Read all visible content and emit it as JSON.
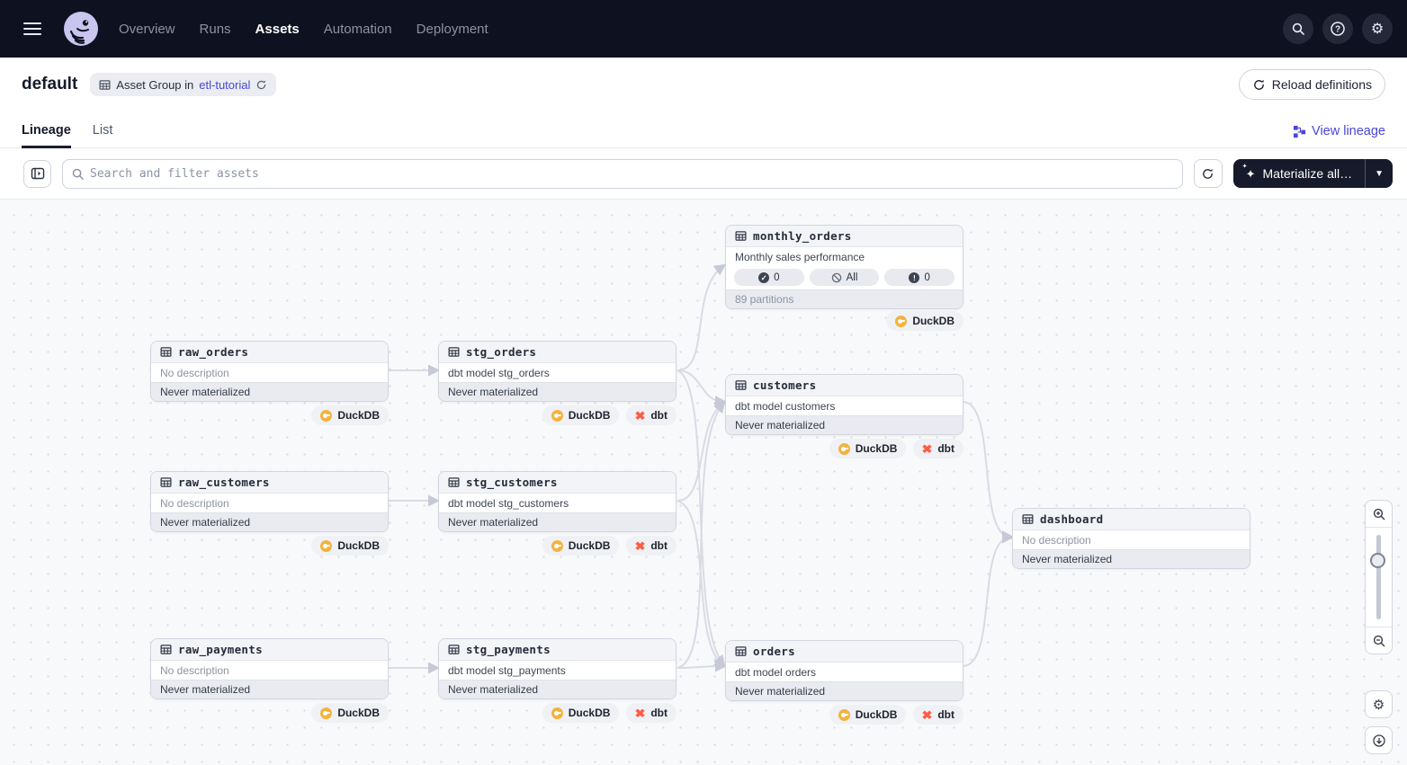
{
  "nav": {
    "items": [
      {
        "label": "Overview",
        "active": false
      },
      {
        "label": "Runs",
        "active": false
      },
      {
        "label": "Assets",
        "active": true
      },
      {
        "label": "Automation",
        "active": false
      },
      {
        "label": "Deployment",
        "active": false
      }
    ]
  },
  "header": {
    "title": "default",
    "badge_prefix": "Asset Group in",
    "badge_link": "etl-tutorial",
    "reload_label": "Reload definitions"
  },
  "tabs": {
    "lineage": "Lineage",
    "list": "List",
    "view_lineage": "View lineage"
  },
  "toolbar": {
    "search_placeholder": "Search and filter assets",
    "materialize_label": "Materialize all…"
  },
  "graph": {
    "nodes": [
      {
        "name": "monthly_orders",
        "description": "Monthly sales performance",
        "footer": "89 partitions",
        "pills": [
          {
            "icon": "check-circle",
            "label": "0"
          },
          {
            "icon": "slash-circle",
            "label": "All"
          },
          {
            "icon": "alert-circle",
            "label": "0"
          }
        ],
        "badges": [
          {
            "label": "DuckDB"
          }
        ]
      },
      {
        "name": "raw_orders",
        "description": "No description",
        "footer": "Never materialized",
        "badges": [
          {
            "label": "DuckDB"
          }
        ]
      },
      {
        "name": "stg_orders",
        "description": "dbt model stg_orders",
        "footer": "Never materialized",
        "badges": [
          {
            "label": "DuckDB"
          },
          {
            "label": "dbt"
          }
        ]
      },
      {
        "name": "customers",
        "description": "dbt model customers",
        "footer": "Never materialized",
        "badges": [
          {
            "label": "DuckDB"
          },
          {
            "label": "dbt"
          }
        ]
      },
      {
        "name": "raw_customers",
        "description": "No description",
        "footer": "Never materialized",
        "badges": [
          {
            "label": "DuckDB"
          }
        ]
      },
      {
        "name": "stg_customers",
        "description": "dbt model stg_customers",
        "footer": "Never materialized",
        "badges": [
          {
            "label": "DuckDB"
          },
          {
            "label": "dbt"
          }
        ]
      },
      {
        "name": "dashboard",
        "description": "No description",
        "footer": "Never materialized",
        "badges": []
      },
      {
        "name": "raw_payments",
        "description": "No description",
        "footer": "Never materialized",
        "badges": [
          {
            "label": "DuckDB"
          }
        ]
      },
      {
        "name": "stg_payments",
        "description": "dbt model stg_payments",
        "footer": "Never materialized",
        "badges": [
          {
            "label": "DuckDB"
          },
          {
            "label": "dbt"
          }
        ]
      },
      {
        "name": "orders",
        "description": "dbt model orders",
        "footer": "Never materialized",
        "badges": [
          {
            "label": "DuckDB"
          },
          {
            "label": "dbt"
          }
        ]
      }
    ]
  },
  "colors": {
    "accent": "#4a46d6",
    "nav_bg": "#0d1120",
    "duckdb_yellow": "#f2b33e",
    "dbt_orange": "#ff5c45",
    "edge": "#d9dbe4"
  }
}
